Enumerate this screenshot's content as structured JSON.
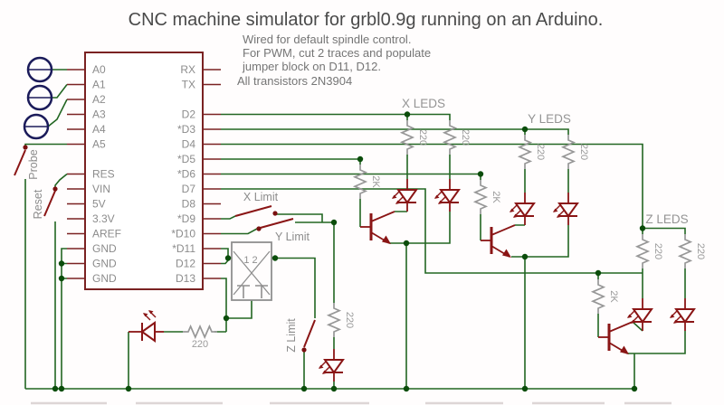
{
  "title": "CNC machine simulator for grbl0.9g running on an Arduino.",
  "notes": [
    "Wired for default spindle control.",
    "For PWM, cut 2 traces and populate",
    "jumper block on D11, D12.",
    "All transistors 2N3904"
  ],
  "chip": {
    "left_pins": [
      "A0",
      "A1",
      "A2",
      "A3",
      "A4",
      "A5",
      "",
      "RES",
      "VIN",
      "5V",
      "3.3V",
      "AREF",
      "GND",
      "GND",
      "GND"
    ],
    "right_pins": [
      "RX",
      "TX",
      "",
      "D2",
      "*D3",
      "D4",
      "*D5",
      "*D6",
      "D7",
      "D8",
      "*D9",
      "*D10",
      "*D11",
      "D12",
      "D13"
    ]
  },
  "labels": {
    "x_leds": "X LEDS",
    "y_leds": "Y LEDS",
    "z_leds": "Z LEDS",
    "probe": "Probe",
    "reset": "Reset",
    "x_limit": "X Limit",
    "y_limit": "Y Limit",
    "z_limit": "Z Limit",
    "jumper_pins": "1 2"
  },
  "values": {
    "r220": "220",
    "r2k": "2K"
  },
  "colors": {
    "wire": "#226622",
    "component": "#8a1515",
    "resistor": "#979797",
    "label": "#8f8f8f",
    "title": "#4a4a4a",
    "note": "#757575",
    "connector": "#1b1b5a",
    "junction": "#0b4d0b",
    "chip_border": "#7a2222",
    "background": "#fffdfd"
  }
}
